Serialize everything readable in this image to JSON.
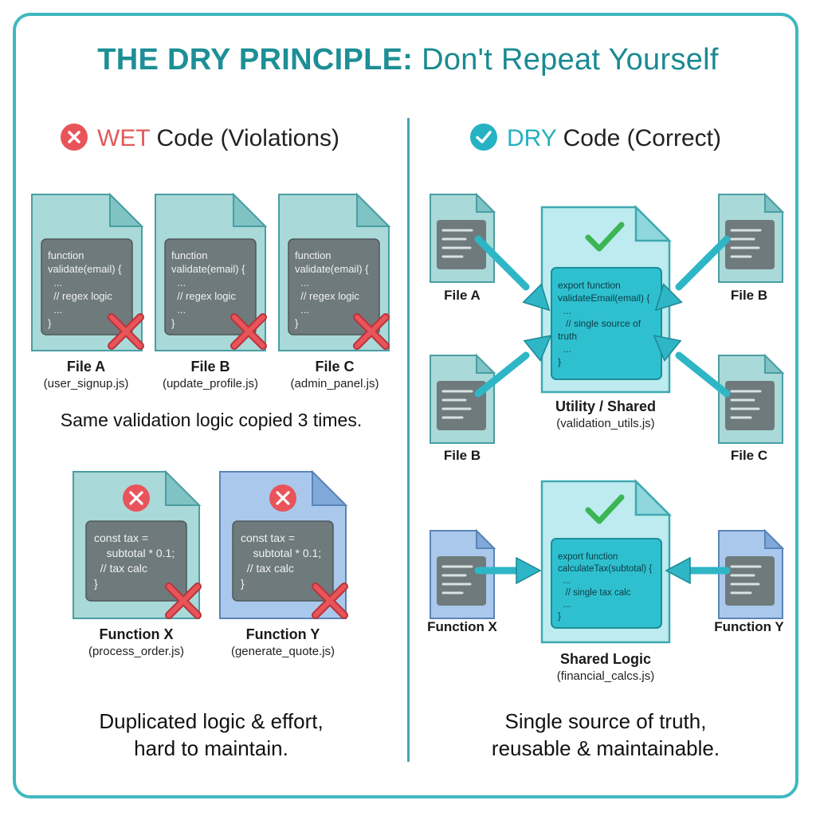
{
  "title": {
    "strong": "THE DRY PRINCIPLE:",
    "rest": " Don't Repeat Yourself"
  },
  "wet": {
    "heading_word": "WET",
    "heading_rest": " Code (Violations)",
    "validate_code": "function\nvalidate(email) {\n  ...\n  // regex logic\n  ...\n}",
    "files": [
      {
        "name": "File A",
        "file": "(user_signup.js)"
      },
      {
        "name": "File B",
        "file": "(update_profile.js)"
      },
      {
        "name": "File C",
        "file": "(admin_panel.js)"
      }
    ],
    "caption1": "Same validation logic copied 3 times.",
    "tax_code": "const tax =\n    subtotal * 0.1;\n  // tax calc\n}",
    "functions": [
      {
        "name": "Function X",
        "file": "(process_order.js)"
      },
      {
        "name": "Function Y",
        "file": "(generate_quote.js)"
      }
    ],
    "caption2_line1": "Duplicated logic & effort,",
    "caption2_line2": "hard to maintain."
  },
  "dry": {
    "heading_word": "DRY",
    "heading_rest": " Code (Correct)",
    "shared_code": "export function\nvalidateEmail(email) {\n  ...\n   // single source of\ntruth\n  ...\n}",
    "util_name": "Utility / Shared",
    "util_file": "(validation_utils.js)",
    "files": {
      "a": "File A",
      "b_top": "File B",
      "b_bottom": "File B",
      "c": "File C"
    },
    "tax_code": "export function\ncalculateTax(subtotal) {\n  ...\n   // single tax calc\n  ...\n}",
    "logic_name": "Shared Logic",
    "logic_file": "(financial_calcs.js)",
    "functions": {
      "x": "Function X",
      "y": "Function Y"
    },
    "caption_line1": "Single source of truth,",
    "caption_line2": "reusable & maintainable."
  },
  "colors": {
    "frame": "#3fb8bf",
    "bad": "#e9545a",
    "good_check": "#3cb554",
    "doc_teal": "#a9d9d8",
    "doc_blue": "#a9c8ec",
    "shared_doc": "#bdebef",
    "arrow": "#2eb6c6"
  }
}
